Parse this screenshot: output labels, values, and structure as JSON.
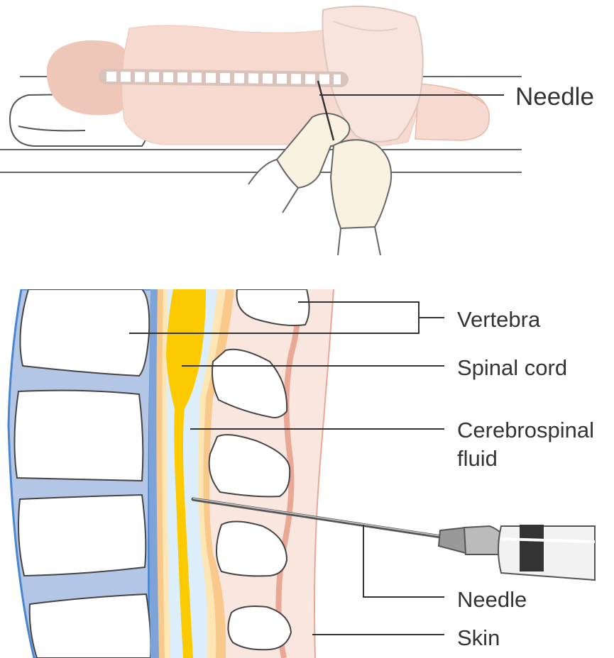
{
  "top_panel": {
    "needle_label": "Needle"
  },
  "bottom_panel": {
    "labels": {
      "vertebra": "Vertebra",
      "spinal_cord": "Spinal cord",
      "csf_line1": "Cerebrospinal",
      "csf_line2": "fluid",
      "needle": "Needle",
      "skin": "Skin"
    }
  },
  "colors": {
    "body_skin": "#f6d9cf",
    "hair": "#eec7b9",
    "glove": "#faf2e0",
    "bone_outline": "#444444",
    "disc": "#b3c6e6",
    "disc_outline": "#4a86cf",
    "spinal_cord": "#fcca00",
    "csf": "#dceefa",
    "dura_orange": "#f8c98b",
    "tissue": "#f9e6df",
    "skin_band": "#e9a896"
  }
}
